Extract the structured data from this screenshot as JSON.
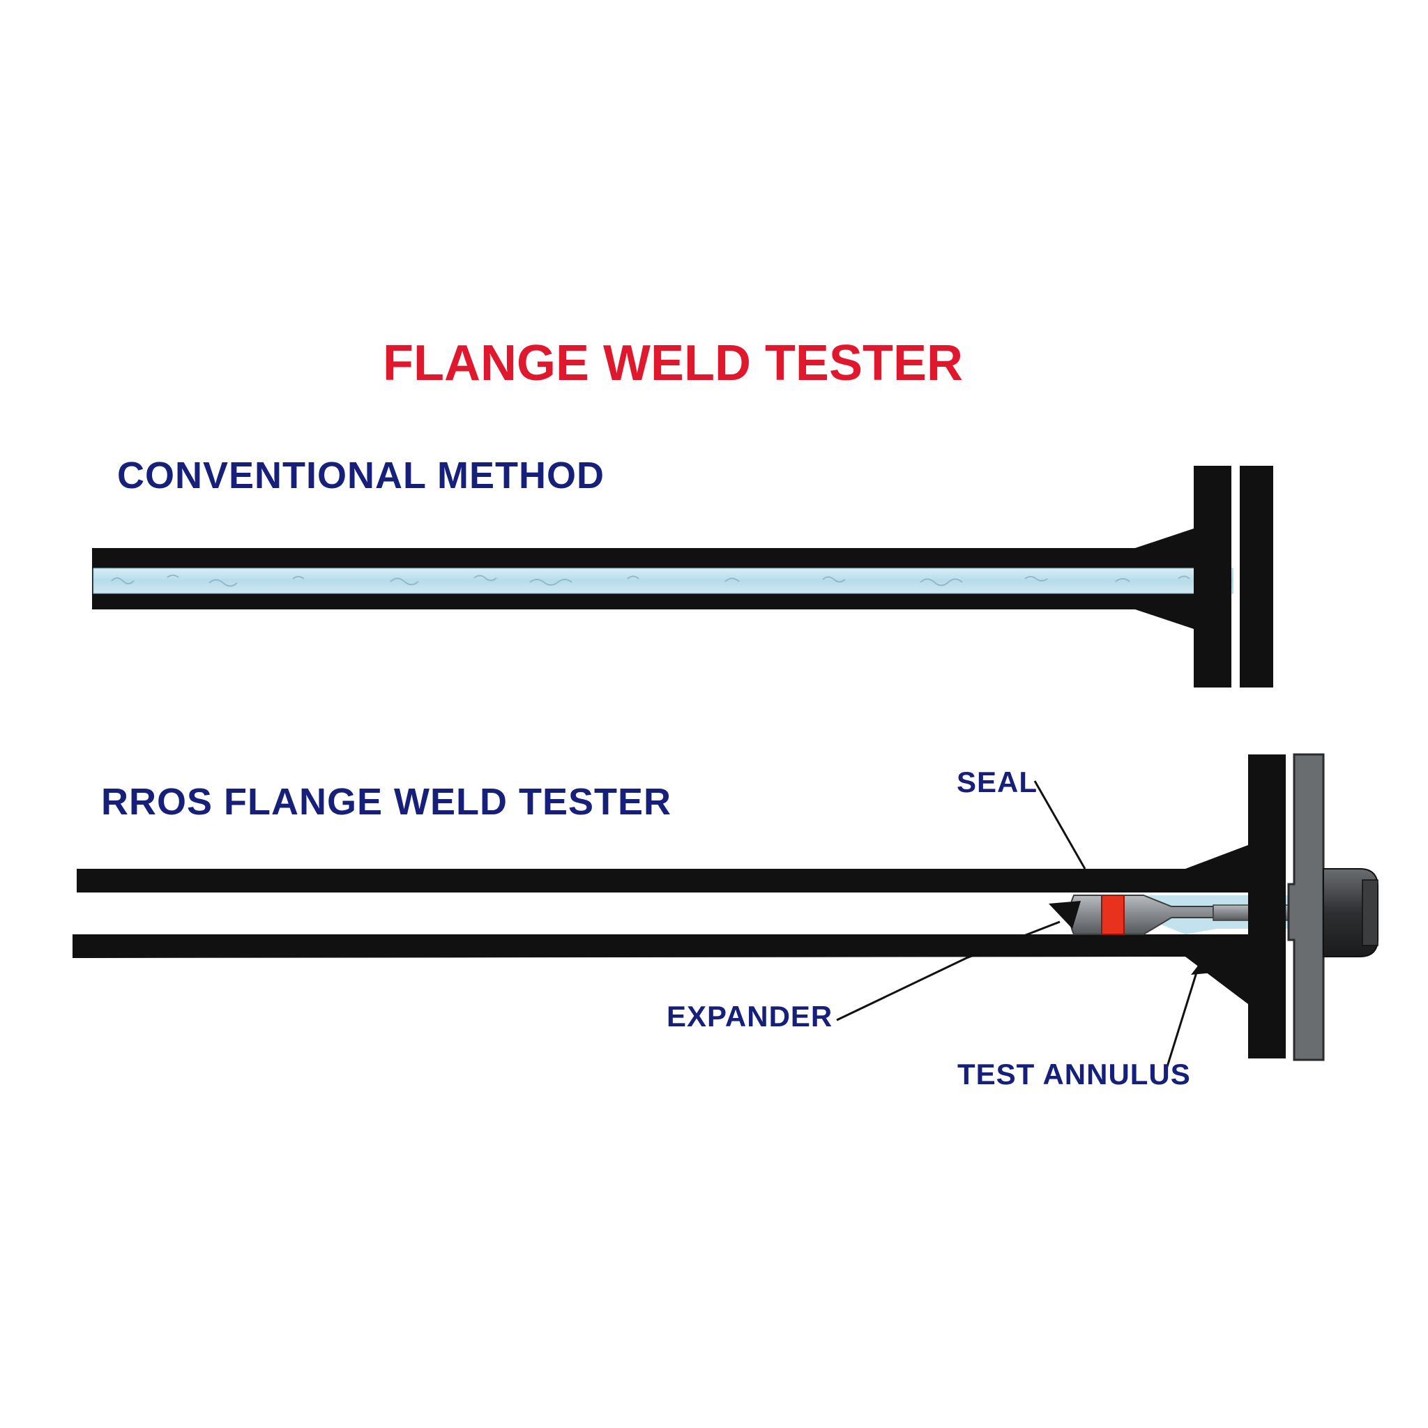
{
  "title": "FLANGE WELD TESTER",
  "sections": {
    "conventional": {
      "label": "CONVENTIONAL METHOD"
    },
    "rros": {
      "label": "RROS FLANGE WELD TESTER"
    }
  },
  "callouts": {
    "seal": "SEAL",
    "expander": "EXPANDER",
    "test_annulus": "TEST ANNULUS"
  },
  "colors": {
    "title": "#e0182d",
    "label": "#16207a",
    "pipe": "#111111",
    "water": "#bfe2ef",
    "seal": "#e8321e",
    "tool": "#8a8d91",
    "blind_flange": "#6a6d70",
    "background": "#ffffff"
  }
}
